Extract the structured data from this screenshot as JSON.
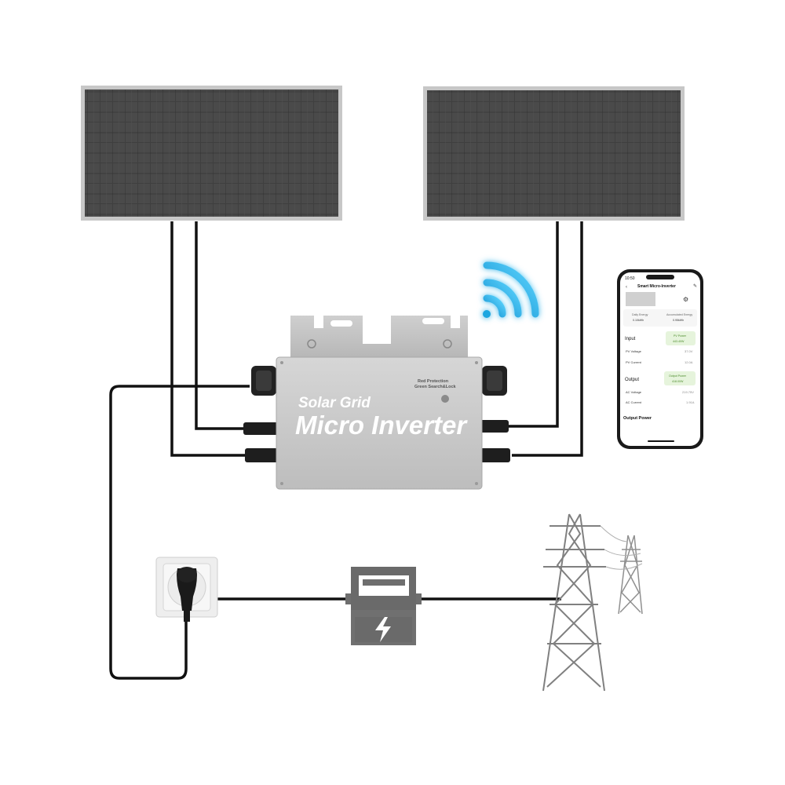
{
  "inverter": {
    "line1": "Solar Grid",
    "line2": "Micro Inverter",
    "led_line1": "Red Protection",
    "led_line2": "Green Search&Lock"
  },
  "phone": {
    "time": "10:50",
    "app_title": "Smart Micro-Inverter",
    "daily_energy_label": "Daily Energy",
    "daily_energy_value": "0.10kWh",
    "accumulated_energy_label": "Accumulated Energy",
    "accumulated_energy_value": "0.95kWh",
    "input_heading": "Input",
    "pv_power_label": "PV Power",
    "pv_power_value": "443.40W",
    "pv_voltage_label": "PV Voltage",
    "pv_voltage_value": "37.0V",
    "pv_current_label": "PV Current",
    "pv_current_value": "12.0A",
    "output_heading": "Output",
    "output_power_label": "Output Power",
    "output_power_value": "418.00W",
    "ac_voltage_label": "AC Voltage",
    "ac_voltage_value": "219.75V",
    "ac_current_label": "AC Current",
    "ac_current_value": "1.91A",
    "output_power_section": "Output Power"
  },
  "icons": {
    "wifi": "wifi-icon",
    "lightning": "lightning-icon",
    "settings": "gear-icon",
    "back": "chevron-left-icon"
  },
  "colors": {
    "wifi": "#1aa6e0",
    "cable": "#111111",
    "panel_cell": "#3d3d3d",
    "inverter_body": "#cfcfcf",
    "meter": "#6e6e6e"
  }
}
